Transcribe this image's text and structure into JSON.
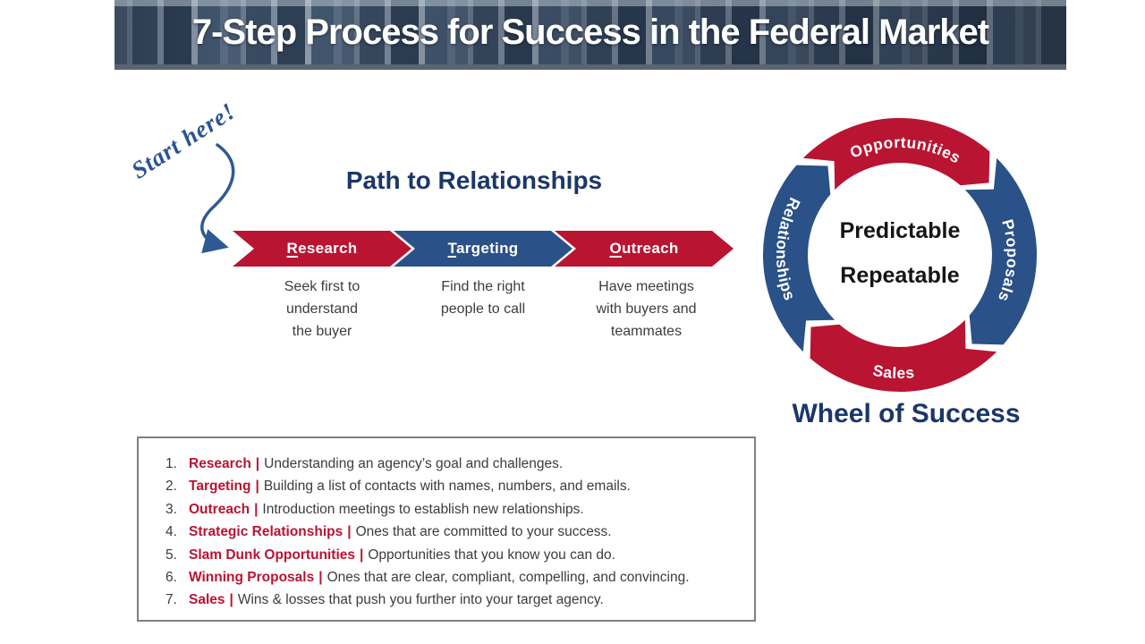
{
  "banner": {
    "title": "7-Step Process for Success in the Federal Market"
  },
  "annotation": {
    "start_here": "Start here!"
  },
  "path_section": {
    "title": "Path to Relationships",
    "steps": [
      {
        "initial": "R",
        "rest": "esearch",
        "color": "#b91432",
        "desc": "Seek first to\nunderstand\nthe buyer"
      },
      {
        "initial": "T",
        "rest": "argeting",
        "color": "#2a5188",
        "desc": "Find the right\npeople to call"
      },
      {
        "initial": "O",
        "rest": "utreach",
        "color": "#b91432",
        "desc": "Have meetings\nwith buyers and\nteammates"
      }
    ]
  },
  "wheel": {
    "title": "Wheel of Success",
    "center": {
      "line1": "Predictable",
      "line2": "Repeatable"
    },
    "segments": [
      {
        "label": "Opportunities",
        "color": "#b91432"
      },
      {
        "label": "Proposals",
        "color": "#2a5188"
      },
      {
        "label": "Sales",
        "color": "#b91432"
      },
      {
        "label": "Relationships",
        "color": "#2a5188"
      }
    ]
  },
  "list": {
    "separator": "|",
    "items": [
      {
        "num": "1.",
        "term": "Research",
        "desc": "Understanding an agency’s goal and challenges."
      },
      {
        "num": "2.",
        "term": "Targeting",
        "desc": "Building a list of contacts with names, numbers, and emails."
      },
      {
        "num": "3.",
        "term": "Outreach",
        "desc": "Introduction meetings to establish new relationships."
      },
      {
        "num": "4.",
        "term": "Strategic Relationships",
        "desc": "Ones that are committed to your success."
      },
      {
        "num": "5.",
        "term": "Slam Dunk Opportunities",
        "desc": "Opportunities that you know you can do."
      },
      {
        "num": "6.",
        "term": "Winning Proposals",
        "desc": "Ones that are clear, compliant, compelling, and convincing."
      },
      {
        "num": "7.",
        "term": "Sales",
        "desc": "Wins & losses that push you further into your target agency."
      }
    ]
  },
  "colors": {
    "red": "#b91432",
    "blue": "#2a5188",
    "navy": "#1b3768",
    "script_blue": "#2b5394",
    "text_gray": "#3c3c3c"
  }
}
